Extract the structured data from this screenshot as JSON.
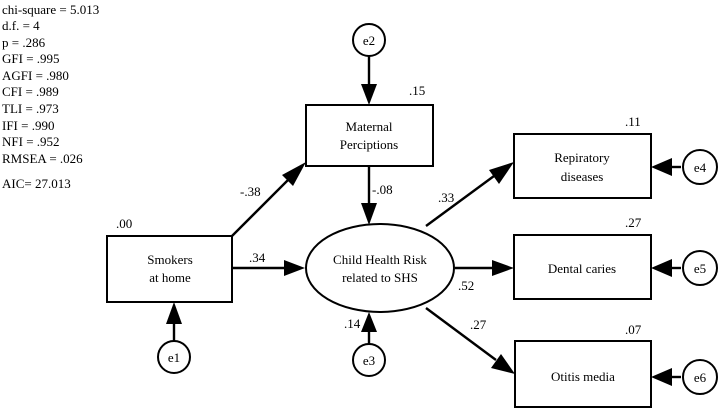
{
  "fit_statistics": [
    "chi-square = 5.013",
    "d.f. = 4",
    "p = .286",
    "GFI = .995",
    "AGFI = .980",
    "CFI = .989",
    "TLI = .973",
    "IFI = .990",
    "NFI = .952",
    "RMSEA = .026",
    "AIC= 27.013"
  ],
  "nodes": {
    "smokers": {
      "lines": [
        "Smokers",
        "at home"
      ],
      "r2": ".00"
    },
    "maternal": {
      "lines": [
        "Maternal",
        "Perciptions"
      ],
      "r2": ".15"
    },
    "child": {
      "lines": [
        "Child Health Risk",
        "related to SHS"
      ],
      "r2": ".14"
    },
    "respiratory": {
      "lines": [
        "Repiratory",
        "diseases"
      ],
      "r2": ".11"
    },
    "dental": {
      "lines": [
        "Dental caries"
      ],
      "r2": ".27"
    },
    "otitis": {
      "lines": [
        "Otitis media"
      ],
      "r2": ".07"
    }
  },
  "errors": {
    "e1": "e1",
    "e2": "e2",
    "e3": "e3",
    "e4": "e4",
    "e5": "e5",
    "e6": "e6"
  },
  "paths": {
    "smokers_to_maternal": "-.38",
    "smokers_to_child": ".34",
    "maternal_to_child": "-.08",
    "child_to_respiratory": ".33",
    "child_to_dental": ".52",
    "child_to_otitis": ".27"
  },
  "colors": {
    "line": "#000000",
    "background": "#ffffff"
  }
}
